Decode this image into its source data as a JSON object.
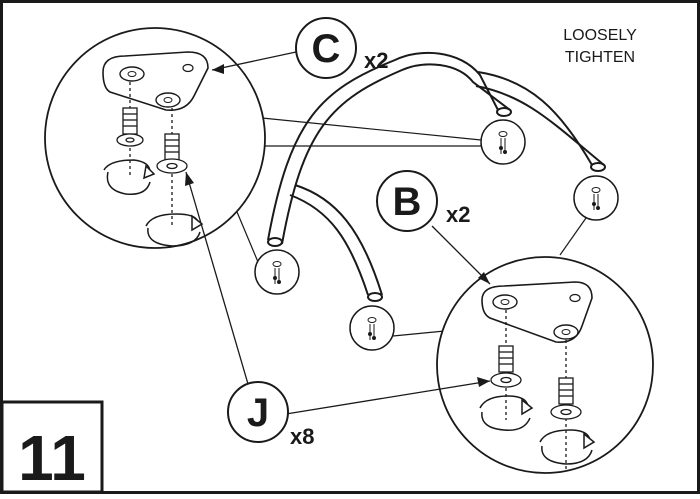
{
  "step": {
    "number": "11"
  },
  "instruction": {
    "line1": "LOOSELY",
    "line2": "TIGHTEN"
  },
  "parts": [
    {
      "letter": "C",
      "qty": "x2"
    },
    {
      "letter": "B",
      "qty": "x2"
    },
    {
      "letter": "J",
      "qty": "x8"
    }
  ],
  "colors": {
    "line": "#1a1a1a",
    "background": "#ffffff"
  }
}
